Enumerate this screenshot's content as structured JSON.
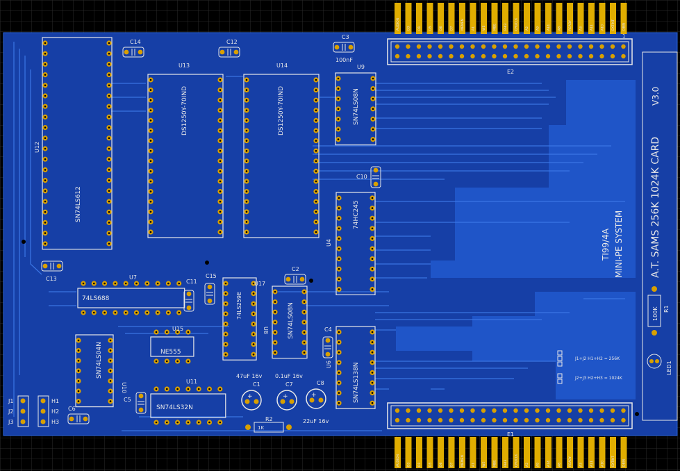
{
  "board": {
    "colors": {
      "background": "#000000",
      "grid": "#2a2a2a",
      "copper": "#163fa6",
      "copper_pour": "#1f55c8",
      "trace": "#2a63d6",
      "silkscreen": "#e8e8e8",
      "pad": "#d9a000",
      "finger": "#e0ad00"
    },
    "title_main": "A.T. SAMS 256K 1024K CARD",
    "title_version": "V3.0",
    "system_line1": "TI99/4A",
    "system_line2": "MINI-PE SYSTEM"
  },
  "connectors": {
    "e2_label": "E2",
    "e1_label": "E1",
    "pin_marker": "1",
    "finger_labels": [
      "AUDION",
      "D3",
      "D1",
      "D5",
      "D6",
      "D7",
      "MEMEN",
      "A1",
      "WE",
      "MBE",
      "PHI3",
      "CRUCLK",
      "A2",
      "A9",
      "A14",
      "A8",
      "READY",
      "A3",
      "A11",
      "A10",
      "EXTINT",
      "DBIN"
    ]
  },
  "chips": {
    "u12": {
      "ref": "U12",
      "part": "SN74LS612"
    },
    "u13": {
      "ref": "U13",
      "part": "DS1250Y-70IND"
    },
    "u14": {
      "ref": "U14",
      "part": "DS1250Y-70IND"
    },
    "u9": {
      "ref": "U9",
      "part": "SN74LS08N"
    },
    "u4": {
      "ref": "U4",
      "part": "74HC245"
    },
    "u7": {
      "ref": "U7",
      "part": "74LS688"
    },
    "u8": {
      "ref": "U8",
      "part": "74LS259E"
    },
    "u17": {
      "ref": "U17",
      "part": "SN74LS08N"
    },
    "u15": {
      "ref": "U15",
      "part": "NE555"
    },
    "u10": {
      "ref": "U10",
      "part": "SN74LS04N"
    },
    "u11": {
      "ref": "U11",
      "part": "SN74LS32N"
    },
    "u6": {
      "ref": "U6",
      "part": "SN74LS138N"
    }
  },
  "caps": {
    "c14": "C14",
    "c12": "C12",
    "c3": "C3",
    "c3_value": "100nF",
    "c10": "C10",
    "c13": "C13",
    "c11": "C11",
    "c15": "C15",
    "c2": "C2",
    "c4": "C4",
    "c5": "C5",
    "c6": "C6",
    "c1": "C1",
    "c1_value": "47uF 16v",
    "c7": "C7",
    "c7_value": "0.1uF 16v",
    "c8": "C8",
    "c8_value": "22uF 16v"
  },
  "resistors": {
    "r1": "R1",
    "r1_value": "100K",
    "r2": "R2",
    "r2_value": "1K"
  },
  "leds": {
    "led1": "LED1"
  },
  "jumpers": {
    "j1": "J1",
    "j2": "J2",
    "j3": "J3",
    "h1": "H1",
    "h2": "H2",
    "h3": "H3",
    "note1": "J1+J2  H1+H2 = 256K",
    "note2": "J2+J3  H2+H3 = 1024K"
  }
}
